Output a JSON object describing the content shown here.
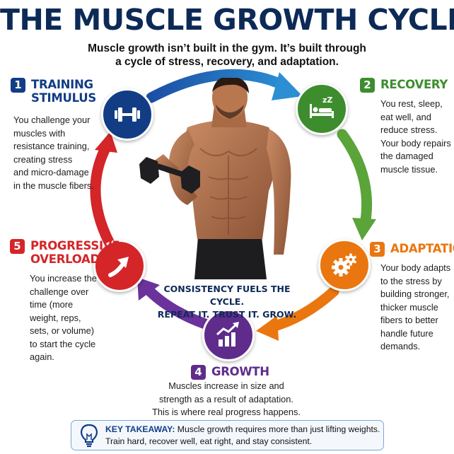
{
  "title": "THE MUSCLE GROWTH CYCLE",
  "subtitle_line1": "Muscle growth isn’t built in the gym. It’s built through",
  "subtitle_line2": "a cycle of stress, recovery, and adaptation.",
  "colors": {
    "navy": "#123d85",
    "green": "#3d8d2f",
    "orange": "#ea7610",
    "purple": "#5f2c8c",
    "red": "#d42529"
  },
  "steps": [
    {
      "number": "1",
      "title_line1": "TRAINING",
      "title_line2": "STIMULUS",
      "icon": "dumbbell-icon",
      "desc": [
        "You challenge your",
        "muscles with",
        "resistance training,",
        "creating stress",
        "and micro-damage",
        "in the muscle fibers."
      ]
    },
    {
      "number": "2",
      "title_line1": "RECOVERY",
      "icon": "sleeping-bed-icon",
      "icon_text": "zZ",
      "desc": [
        "You rest, sleep,",
        "eat well, and",
        "reduce stress.",
        "Your body repairs",
        "the damaged",
        "muscle tissue."
      ]
    },
    {
      "number": "3",
      "title_line1": "ADAPTATION",
      "icon": "gears-icon",
      "desc": [
        "Your body adapts",
        "to the stress by",
        "building stronger,",
        "thicker muscle",
        "fibers to better",
        "handle future",
        "demands."
      ]
    },
    {
      "number": "4",
      "title_line1": "GROWTH",
      "icon": "bar-chart-growth-icon",
      "desc": [
        "Muscles increase in size and",
        "strength as a result of adaptation.",
        "This is where real progress happens."
      ]
    },
    {
      "number": "5",
      "title_line1": "PROGRESSIVE",
      "title_line2": "OVERLOAD",
      "icon": "arrow-up-right-icon",
      "desc": [
        "You increase the",
        "challenge over",
        "time (more",
        "weight, reps,",
        "sets, or volume)",
        "to start the cycle",
        "again."
      ]
    }
  ],
  "motto_line1": "CONSISTENCY FUELS THE CYCLE.",
  "motto_line2": "REPEAT IT. TRUST IT. GROW.",
  "takeaway": {
    "icon": "lightbulb-icon",
    "label": "KEY TAKEAWAY:",
    "text1": " Muscle growth requires more than just lifting weights.",
    "text2": "Train hard, recover well, eat right, and stay consistent."
  }
}
